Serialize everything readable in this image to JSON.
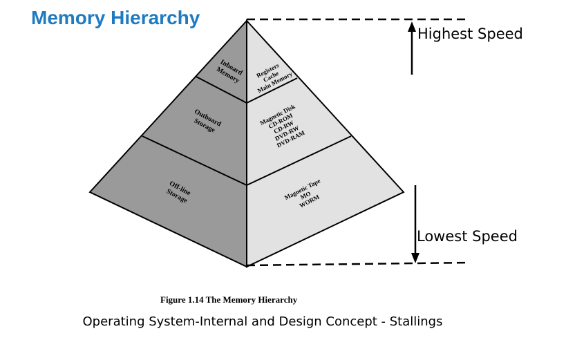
{
  "title": "Memory Hierarchy",
  "speed": {
    "highest": "Highest Speed",
    "lowest": "Lowest Speed"
  },
  "pyramid": {
    "left_labels": [
      [
        "Inboard",
        "Memory"
      ],
      [
        "Outboard",
        "Storage"
      ],
      [
        "Off-line",
        "Storage"
      ]
    ],
    "right_labels": [
      [
        "Registers",
        "Cache",
        "Main Memory"
      ],
      [
        "Magnetic Disk",
        "CD-ROM",
        "CD-RW",
        "DVD-RW",
        "DVD-RAM"
      ],
      [
        "Magnetic Tape",
        "MO",
        "WORM"
      ]
    ]
  },
  "caption": "Figure 1.14  The Memory Hierarchy",
  "source": "Operating System-Internal and Design Concept - Stallings",
  "colors": {
    "title": "#1f7bc1",
    "left_face": "#9a9a9a",
    "right_face": "#e2e2e2"
  }
}
